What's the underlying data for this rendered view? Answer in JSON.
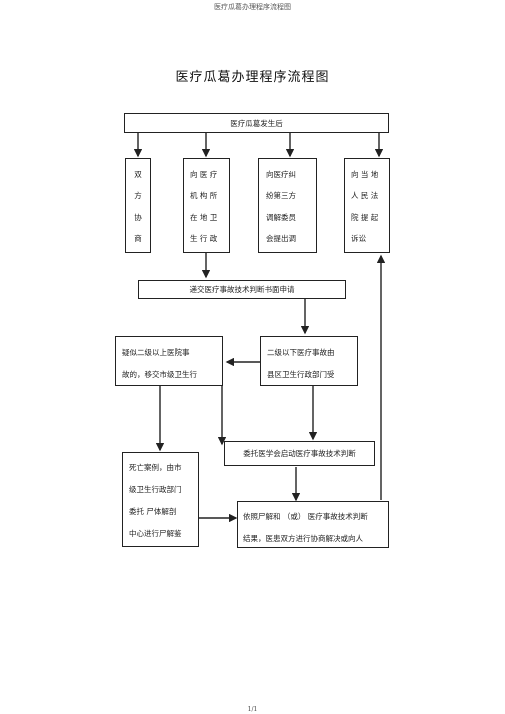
{
  "header": {
    "text": "医疗瓜葛办理程序流程图"
  },
  "title": "医疗瓜葛办理程序流程图",
  "nodes": {
    "start": "医疗瓜葛发生后",
    "option1": [
      "双",
      "方",
      "协",
      "商"
    ],
    "option2": [
      "向 医 疗",
      "机 构 所",
      "在 地 卫",
      "生 行 政"
    ],
    "option3": [
      "向医疗纠",
      "纷第三方",
      "调解委员",
      "会提出调"
    ],
    "option4": [
      "向 当 地",
      "人 民 法",
      "院 提 起",
      "诉讼"
    ],
    "application": "递交医疗事故技术判断书面申请",
    "level2_upper": [
      "疑似二级以上医院事",
      "故的，移交市级卫生行"
    ],
    "level2_lower": [
      "二级以下医疗事故由",
      "县区卫生行政部门受"
    ],
    "death_case": [
      "死亡案例，由市",
      "级卫生行政部门",
      "委托    尸体解剖",
      "中心进行尸解鉴"
    ],
    "medical_assoc": "委托医学会启动医疗事故技术判断",
    "result": [
      "依照尸解和  （或）  医疗事故技术判断",
      "结果，医患双方进行协商解决或向人"
    ]
  },
  "footer": {
    "page": "1/1"
  }
}
